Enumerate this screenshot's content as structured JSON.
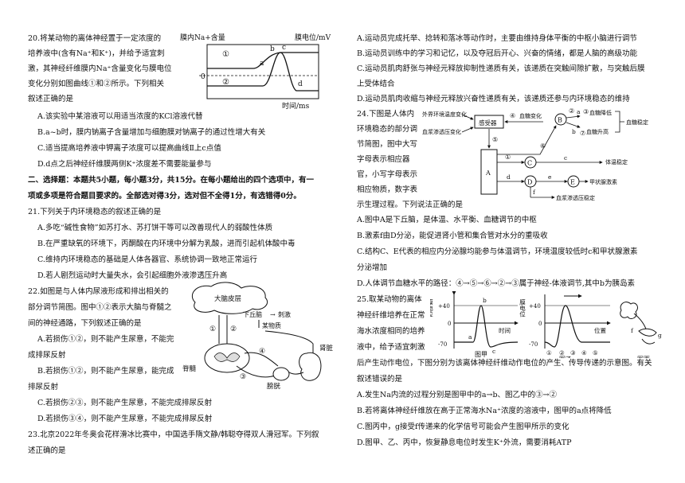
{
  "left": {
    "q20": {
      "stem": [
        "20.将某动物的离体神经置于一定浓度的",
        "培养液中(含有Na⁺和K⁺)，并给予适宜刺",
        "激，其神经纤维膜内Na⁺含量变化与膜电位",
        "变化分别如图曲线①和②所示。下列相关",
        "叙述正确的是"
      ],
      "options": [
        "A.该实验中某溶液可以用适当浓度的KCl溶液代替",
        "B.a~b时，膜内钠离子含量增加与细胞膜对钠离子的通过性增大有关",
        "C.适当提高培养液中钾离子浓度可以提高曲线Ⅱ上c点值",
        "D.d点之后神经纤维膜两侧K⁺浓度差不需要能量参与"
      ],
      "figure": {
        "y_left_label": "膜内Na+含量",
        "y_right_label": "膜电位/mV",
        "x_label": "时间/ms",
        "zero": "0",
        "curve1": "①",
        "curve2": "②",
        "pt_a": "a",
        "pt_b": "b",
        "pt_c": "c",
        "pt_d": "d"
      }
    },
    "section2": [
      "二、选择题：本题共5小题，每小题3分，共15分。在每小题给出的四个选项中，有一",
      "项或多项是符合题目要求的。全部选对得3分，选对但不全得1分，有选错得0分。"
    ],
    "q21": {
      "stem": "21.下列关于内环境稳态的叙述正确的是",
      "options": [
        "A.多吃“碱性食物”如苏打水、苏打饼干等可以改善现代人的弱酸性体质",
        "B.在严重缺氧的环境下，丙酮酸在内环境中分解为乳酸，进而引起机体酸中毒",
        "C.维持内环境稳态的基础是人体各器官、系统协调一致地正常运行",
        "D.若人剧烈运动时大量失水，会引起细胞外液渗透压升高"
      ]
    },
    "q22": {
      "stem": [
        "22.如图是与人体内尿液形成和排出相关的",
        "部分调节简图。图中①②表示大脑与脊髓之",
        "间的神经通路，下列叙述正确的是"
      ],
      "options": [
        "A.若损伤①②，则不能产生尿意，不能完",
        "成排尿反射",
        "B.若损伤①②，则不能产生尿意，能完成",
        "排尿反射",
        "C.若损伤②③，则不能产生尿意，不能完成排尿反射",
        "D.若损伤③④，则不能产生尿意，不能完成排尿反射"
      ],
      "figure": {
        "cortex": "大脑皮层",
        "hypothalamus": "下丘脑",
        "arrow": "→",
        "stimulus": "刺激",
        "substance": "某物质",
        "spinal": "脊髓",
        "kidney": "肾脏",
        "bladder": "膀胱",
        "n1": "①",
        "n2": "②",
        "n3": "③",
        "n4": "④"
      }
    },
    "q23": [
      "23.北京2022年冬奥会花样滑冰比赛中，中国选手隋文静/韩聪夺得双人滑冠军。下列叙",
      "述正确的是"
    ]
  },
  "right": {
    "q23_options": [
      "A.运动员完成托举、捻转和落冰等动作时，主要由维持身体平衡的中枢小脑进行调节",
      "B.运动员训练中的学习和记忆，以及夺冠后开心、兴奋的情绪，都是人脑的高级功能",
      "C.运动员肌肉舒张与神经元释放抑制性递质有关，该递质在突触间隙扩散，与突触后膜",
      "上受体结合",
      "D.运动员肌肉收缩与神经元释放兴奋性递质有关，该递质还参与内环境稳态的维持"
    ],
    "q24": {
      "stem": [
        "24.下图是人体内",
        "环境稳态的部分调",
        "节简图，图中大写",
        "字母表示相应器",
        "官，小写字母表示",
        "相应物质，数字表",
        "示生理过程。下列说法正确的是"
      ],
      "options": [
        "A.图中A是下丘脑，是体温、水平衡、血糖调节的中枢",
        "B.激素f由D分泌，能促进肾小管和集合管对水分的重吸收",
        "C.结构C、E代表的相应内分泌腺均能参与体温调节，环境温度较低时c和甲状腺激素",
        "分泌增加",
        "D.人体调节血糖水平的路径：④→⑤→⑥→②→③属于神经-体液调节,其中b为胰岛素"
      ],
      "figure": {
        "env_temp": "外界环境温度变化",
        "osm_change": "血浆渗透压变化",
        "receptor": "感受器",
        "glucose_change": "血糖变化",
        "A": "A",
        "B": "B",
        "C": "C",
        "D": "D",
        "E": "E",
        "a": "a",
        "b": "b",
        "c": "c",
        "d": "d",
        "e": "e",
        "f": "f",
        "n1": "①",
        "n2": "②",
        "n3": "③",
        "n4": "④",
        "n5": "⑤",
        "n6": "⑥",
        "n7": "⑦",
        "glucose_down": "血糖降低",
        "glucose_up": "血糖升高",
        "glucose_stable": "血糖稳定",
        "temp_stable": "体温稳定",
        "thyroid": "甲状腺激素",
        "osm_stable": "血浆渗透压稳定"
      }
    },
    "q25": {
      "stem": [
        "25.取某动物的离体",
        "神经纤维培养在正常",
        "海水浓度相同的培养",
        "液中，给予适宜刺激",
        "后产生动作电位，下图分别为该离体神经纤维动作电位的产生、传导传递的示意图。有关",
        "叙述错误的是"
      ],
      "options": [
        "A.发生Na内流的过程分别是图甲中的a→b、图乙中的③→②",
        "B.若将离体神经纤维放在高于正常海水Na⁺浓度的溶液中，图甲的a点将降低",
        "C.图丙中，g接受f传递来的化学信号可能会产生图甲所示的变化",
        "D.图甲、乙、丙中，恢复静息电位时发生K⁺外流，需要消耗ATP"
      ],
      "figure": {
        "mem_pot": "膜电位",
        "p40": "+40",
        "zero": "0",
        "m70": "-70",
        "time": "时间",
        "position": "位置",
        "jia": "图甲",
        "yi": "图乙",
        "bing": "图丙",
        "a": "a",
        "b": "b",
        "c": "c",
        "f": "f",
        "g": "g",
        "c1": "①",
        "c2": "②",
        "c3": "③",
        "c4": "④",
        "c5": "⑤"
      }
    }
  }
}
